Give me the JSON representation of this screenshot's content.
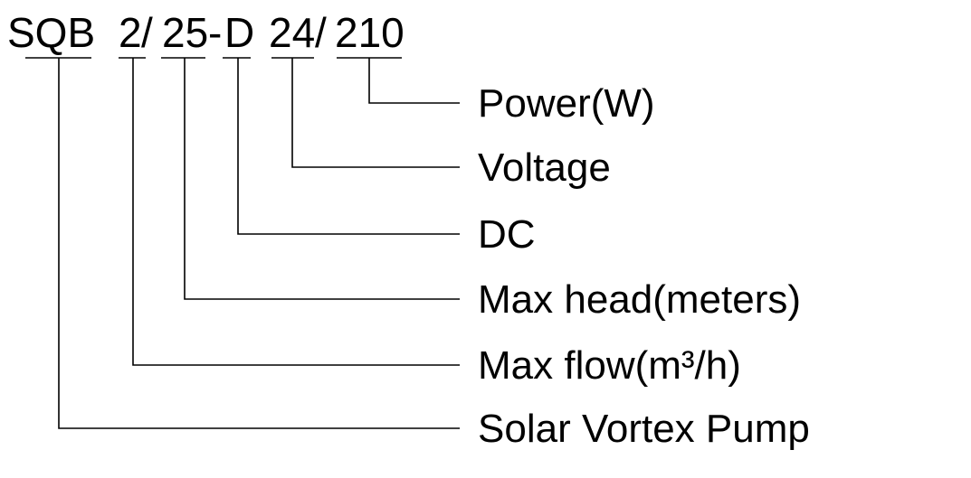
{
  "model_code": {
    "segments": [
      {
        "id": "series",
        "text": "SQB"
      },
      {
        "id": "flow",
        "text": "2"
      },
      {
        "id": "separator1",
        "text": "/"
      },
      {
        "id": "head",
        "text": "25"
      },
      {
        "id": "dash",
        "text": "-"
      },
      {
        "id": "dc",
        "text": "D"
      },
      {
        "id": "voltage",
        "text": "24"
      },
      {
        "id": "separator2",
        "text": "/"
      },
      {
        "id": "power",
        "text": "210"
      }
    ]
  },
  "callouts": [
    {
      "id": "power",
      "label": "Power(W)"
    },
    {
      "id": "voltage",
      "label": "Voltage"
    },
    {
      "id": "dc",
      "label": "DC"
    },
    {
      "id": "head",
      "label": "Max head(meters)"
    },
    {
      "id": "flow",
      "label": "Max flow(m³/h)"
    },
    {
      "id": "series",
      "label": "Solar Vortex Pump"
    }
  ],
  "colors": {
    "ink": "#000000",
    "background": "#ffffff"
  }
}
